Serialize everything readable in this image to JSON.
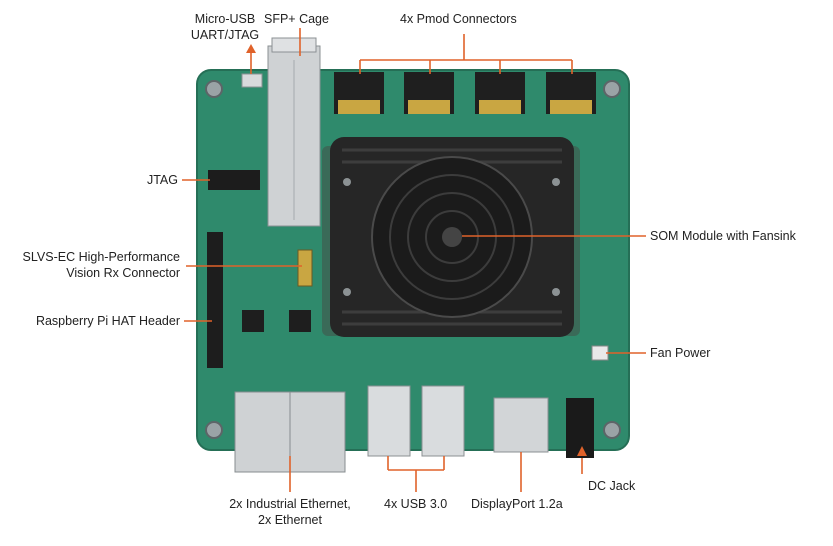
{
  "colors": {
    "pcb": "#2f8a6c",
    "pcb_edge": "#256f56",
    "callout": "#e0622a",
    "heatsink": "#262626",
    "metal": "#bfc3c6"
  },
  "labels": {
    "micro_usb": [
      "Micro-USB",
      "UART/JTAG"
    ],
    "sfp": "SFP+ Cage",
    "pmod": "4x Pmod Connectors",
    "jtag": "JTAG",
    "slvs": [
      "SLVS-EC High-Performance",
      "Vision Rx Connector"
    ],
    "rpi": "Raspberry Pi HAT Header",
    "som": "SOM Module with Fansink",
    "fan_power": "Fan Power",
    "ethernet": [
      "2x Industrial Ethernet,",
      "2x Ethernet"
    ],
    "usb": "4x USB 3.0",
    "displayport": "DisplayPort 1.2a",
    "dc_jack": "DC Jack"
  }
}
